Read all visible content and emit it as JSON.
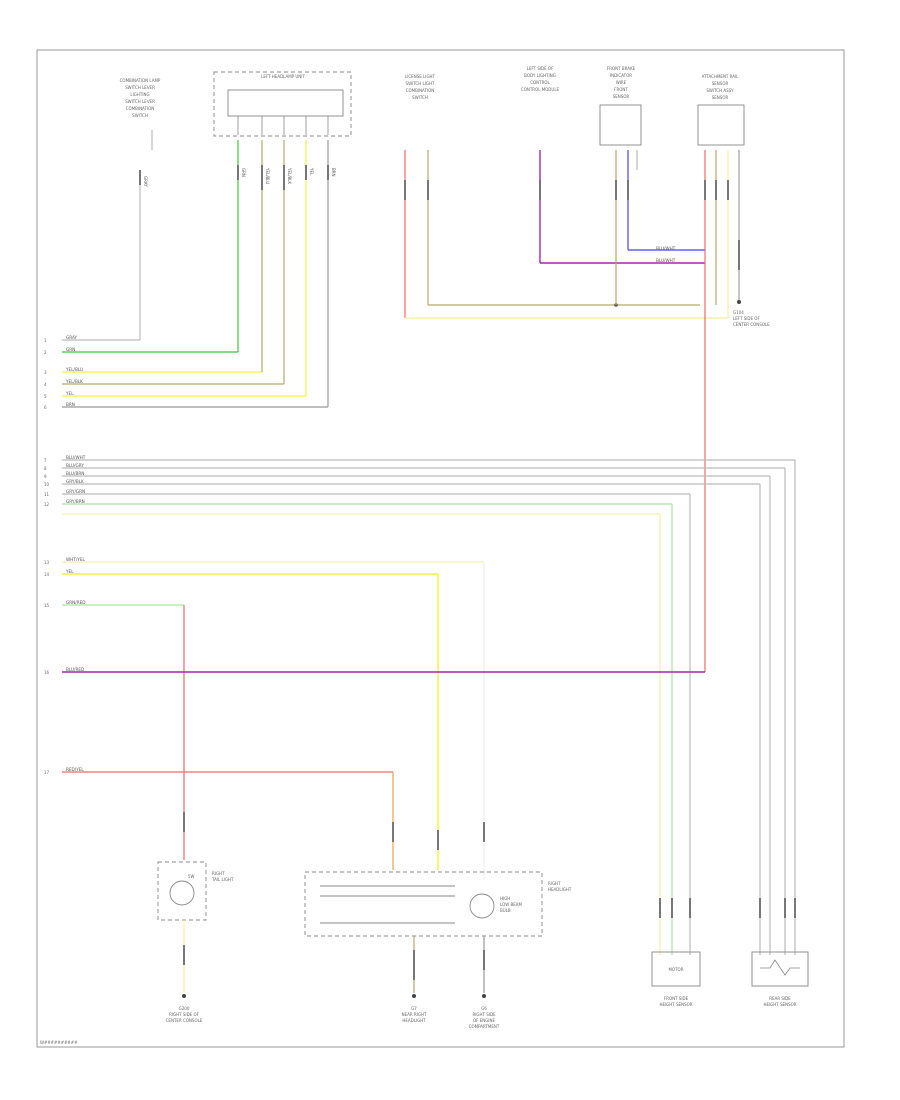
{
  "footer": {
    "code": "W##########"
  },
  "components": {
    "headlamp_control_unit": {
      "title": "LEFT HEADLAMP UNIT"
    },
    "top_left_label": [
      "COMBINATION LAMP",
      "SWITCH LEVER",
      "LIGHTING",
      "SWITCH LEVER",
      "COMBINATION",
      "SWITCH"
    ],
    "top_mid_label": [
      "LICENSE LIGHT",
      "SWITCH LIGHT",
      "COMBINATION",
      "SWITCH"
    ],
    "top_c_label": [
      "LEFT SIDE OF",
      "BODY LIGHTING",
      "CONTROL",
      "CONTROL MODULE"
    ],
    "top_d_label": [
      "FRONT BRAKE",
      "INDICATOR",
      "WIRE",
      "FRONT",
      "SENSOR"
    ],
    "top_e_label": [
      "ATTACHMENT RAIL",
      "SENSOR",
      "SWITCH ASSY",
      "SENSOR"
    ],
    "tail_light": {
      "label": [
        "RIGHT",
        "TAIL LIGHT"
      ],
      "bulb": "5W"
    },
    "headlight": {
      "label": [
        "RIGHT",
        "HEADLIGHT"
      ],
      "bulb_label": [
        "HIGH",
        "LOW BEAM",
        "BULB"
      ]
    },
    "front_sensor": {
      "label": [
        "FRONT SIDE",
        "HEIGHT SENSOR"
      ],
      "inner": "MOTOR"
    },
    "rear_sensor": {
      "label": [
        "REAR SIDE",
        "HEIGHT SENSOR"
      ]
    },
    "ground_1": [
      "G200",
      "RIGHT SIDE OF",
      "CENTER CONSOLE"
    ],
    "ground_2": [
      "G7",
      "NEAR RIGHT",
      "HEADLIGHT"
    ],
    "ground_3": [
      "G6",
      "RIGHT SIDE",
      "OF ENGINE",
      "COMPARTMENT"
    ],
    "ground_top": [
      "G104",
      "LEFT SIDE OF",
      "CENTER CONSOLE"
    ]
  },
  "left_pins": [
    "1",
    "2",
    "3",
    "4",
    "5",
    "6",
    "7",
    "8",
    "9",
    "10",
    "11",
    "12",
    "13",
    "14",
    "15",
    "16",
    "17"
  ],
  "wire_labels": {
    "w1": "GRAY",
    "w2": "GRN",
    "w3": "YEL/BLU",
    "w4": "YEL/BLK",
    "w5": "YEL",
    "w6": "BRN",
    "w7": "BLU/WHT",
    "w8": "BLU/GRY",
    "w9": "BLU/BRN",
    "w10": "GRY/BLK",
    "w11": "GRY/GRN",
    "w12": "GRY/BRN",
    "w13": "WHT/YEL",
    "w14": "YEL",
    "w15": "GRN/RED",
    "w16": "BLU/RED",
    "w17": "RED/YEL",
    "w18": "BLU/WHT",
    "w19": "BLU/WHT"
  },
  "colors": {
    "green": "#3fc43f",
    "yellow": "#f2f23a",
    "olive": "#b8a86a",
    "gray": "#999999",
    "red": "#f06a6a",
    "purple": "#a02aa8",
    "blue": "#4545ee",
    "pale_yellow": "#f5f0a8",
    "pale_green": "#a8e8a0",
    "orange": "#f0a050"
  }
}
